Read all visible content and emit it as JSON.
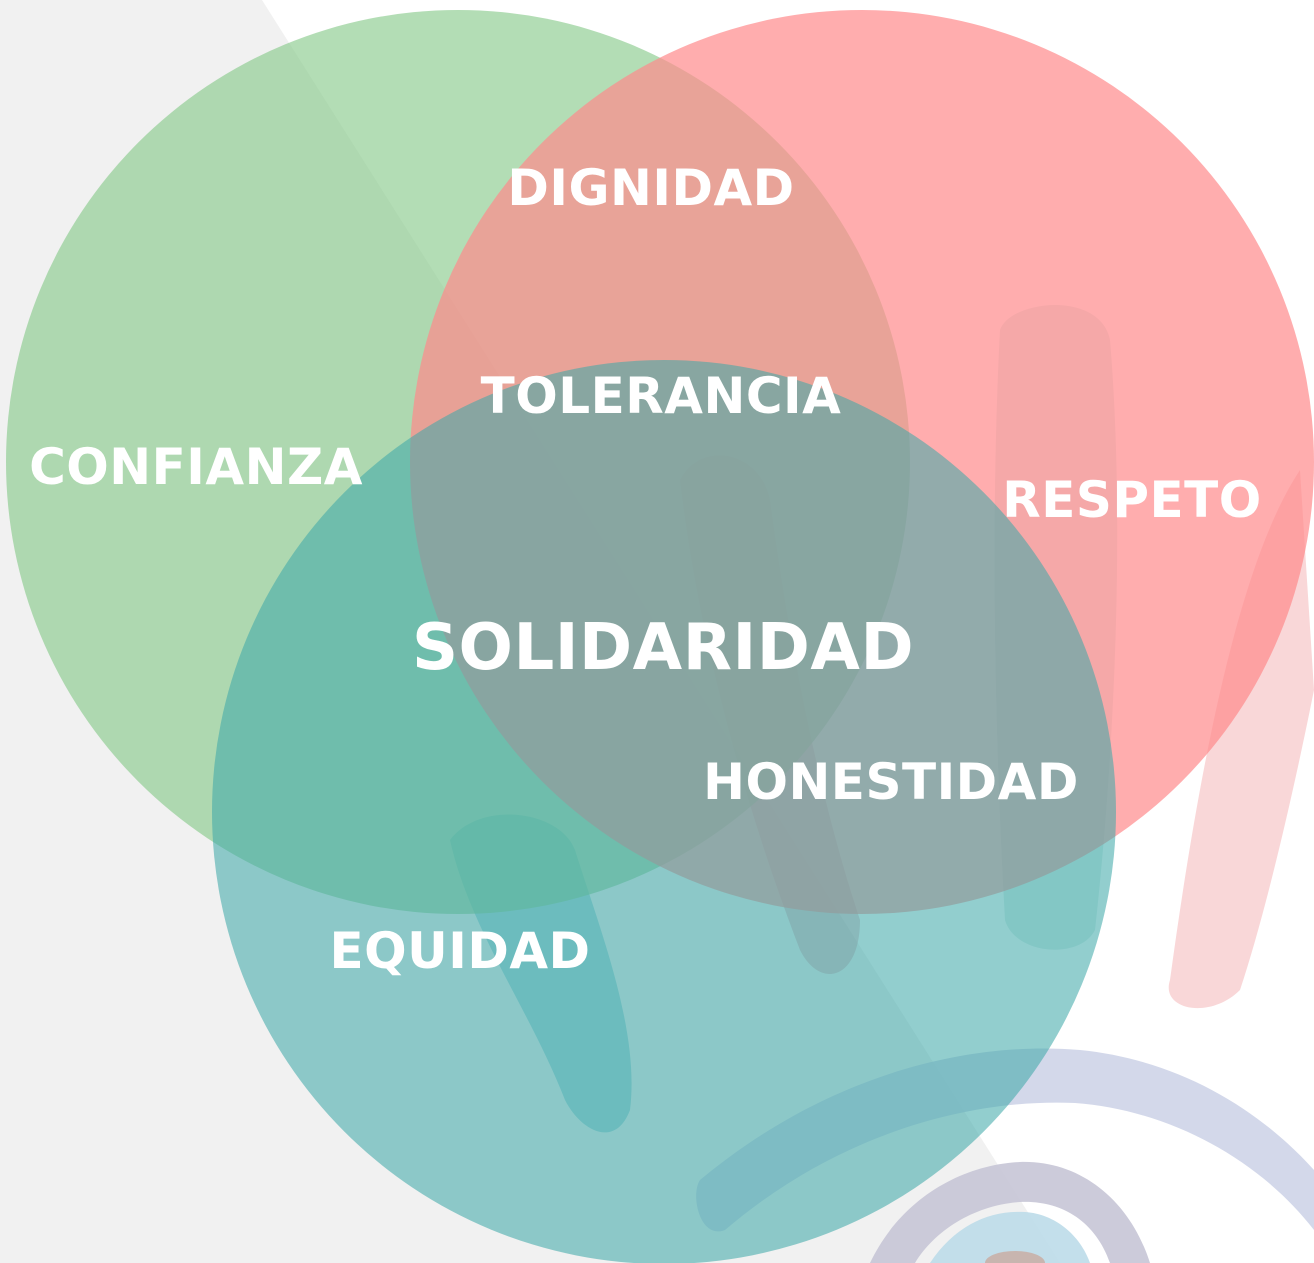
{
  "diagram": {
    "type": "venn",
    "sets": [
      {
        "id": "green",
        "color": "#8ccc8f"
      },
      {
        "id": "red",
        "color": "#ff8a8c"
      },
      {
        "id": "teal",
        "color": "#40a9a9"
      }
    ],
    "labels": {
      "dignidad": "DIGNIDAD",
      "tolerancia": "TOLERANCIA",
      "confianza": "CONFIANZA",
      "respeto": "RESPETO",
      "solidaridad": "SOLIDARIDAD",
      "honestidad": "HONESTIDAD",
      "equidad": "EQUIDAD"
    },
    "background": {
      "panel_color": "#f1f1f1",
      "brush_colors": [
        "#f5b2b4",
        "#c4cbe3",
        "#b6d8e6"
      ]
    }
  }
}
